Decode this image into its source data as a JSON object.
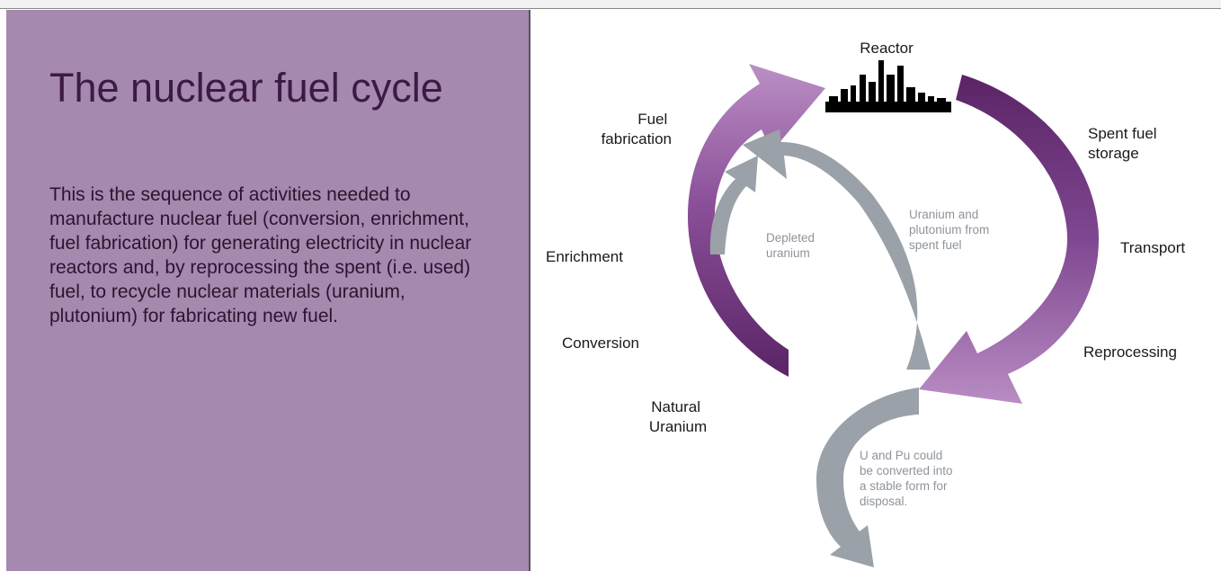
{
  "slide": {
    "title": "The nuclear fuel cycle",
    "body": "This is the sequence of activities needed to manufacture nuclear fuel (conversion, enrichment, fuel fabrication) for generating electricity in nuclear reactors and, by reprocessing the spent (i.e. used) fuel, to recycle nuclear materials (uranium, plutonium) for fabricating new fuel."
  },
  "diagram": {
    "reactor": "Reactor",
    "fuel_fabrication": [
      "Fuel",
      "fabrication"
    ],
    "enrichment": "Enrichment",
    "conversion": "Conversion",
    "natural_uranium": [
      "Natural",
      "Uranium"
    ],
    "spent_fuel_storage": [
      "Spent fuel",
      "storage"
    ],
    "transport": "Transport",
    "reprocessing": "Reprocessing",
    "depleted_uranium": [
      "Depleted",
      "uranium"
    ],
    "uranium_plutonium": [
      "Uranium and",
      "plutonium from",
      "spent fuel"
    ],
    "disposal_note": [
      "U and Pu could",
      "be converted into",
      "a stable form for",
      "disposal."
    ]
  },
  "colors": {
    "panel_background": "#a689ae",
    "title_text": "#3d1a46",
    "arrow_dark_purple": "#5a2466",
    "arrow_light_purple": "#b485be",
    "arrow_grey": "#9aa1a8"
  },
  "icons": {
    "reactor": "reactor-skyline-icon"
  }
}
